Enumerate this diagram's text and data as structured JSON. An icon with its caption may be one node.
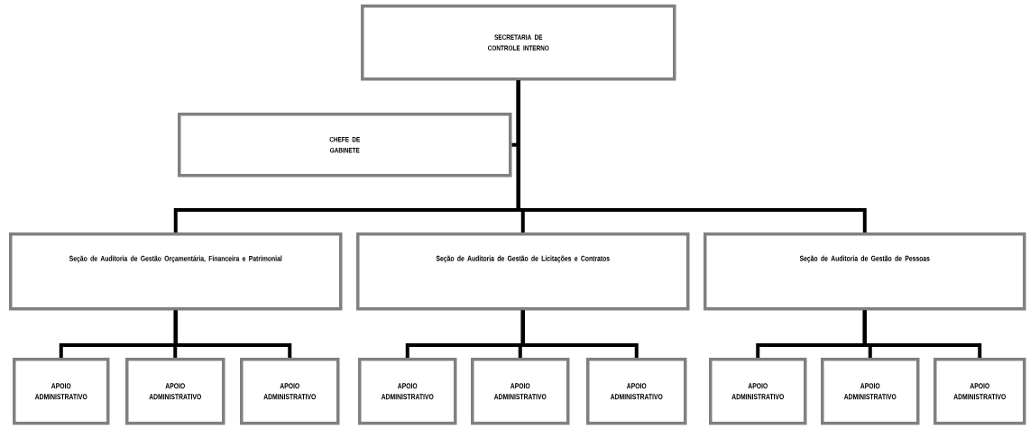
{
  "diagram": {
    "nodes": [
      {
        "text": [
          "SECRETARIA DE CONTROLE INTERNO"
        ]
      },
      {
        "text": [
          "CHEFE DE GABINETE"
        ]
      },
      {
        "text": [
          "Seção de Auditoria de Gestão Orçamentária, Financeira e Patrimonial"
        ]
      },
      {
        "text": [
          "Seção de Auditoria de Gestão de Licitações e Contratos"
        ]
      },
      {
        "text": [
          "Seção de Auditoria de Gestão de Pessoas"
        ]
      },
      {
        "text": [
          "APOIO ADMINISTRATIVO"
        ]
      },
      {
        "text": [
          "APOIO ADMINISTRATIVO"
        ]
      },
      {
        "text": [
          "APOIO ADMINISTRATIVO"
        ]
      },
      {
        "text": [
          "APOIO ADMINISTRATIVO"
        ]
      },
      {
        "text": [
          "APOIO ADMINISTRATIVO"
        ]
      },
      {
        "text": [
          "APOIO ADMINISTRATIVO"
        ]
      },
      {
        "text": [
          "APOIO ADMINISTRATIVO"
        ]
      },
      {
        "text": [
          "APOIO ADMINISTRATIVO"
        ]
      },
      {
        "text": [
          "APOIO ADMINISTRATIVO"
        ]
      }
    ],
    "edges": [
      {
        "from": 0,
        "to": 1,
        "arrow": "none"
      },
      {
        "from": 0,
        "to": 2,
        "arrow": "none"
      },
      {
        "from": 0,
        "to": 3,
        "arrow": "none"
      },
      {
        "from": 0,
        "to": 4,
        "arrow": "none"
      },
      {
        "from": 2,
        "to": 5,
        "arrow": "none"
      },
      {
        "from": 2,
        "to": 6,
        "arrow": "none"
      },
      {
        "from": 2,
        "to": 7,
        "arrow": "none"
      },
      {
        "from": 3,
        "to": 8,
        "arrow": "none"
      },
      {
        "from": 3,
        "to": 9,
        "arrow": "none"
      },
      {
        "from": 3,
        "to": 10,
        "arrow": "none"
      },
      {
        "from": 4,
        "to": 11,
        "arrow": "none"
      },
      {
        "from": 4,
        "to": 12,
        "arrow": "none"
      },
      {
        "from": 4,
        "to": 13,
        "arrow": "none"
      }
    ]
  }
}
